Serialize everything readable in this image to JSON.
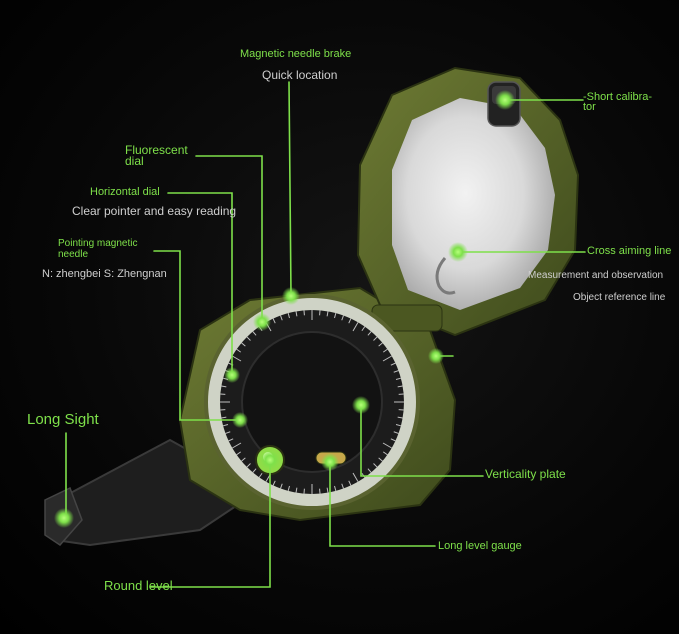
{
  "labels": {
    "brake_title": "Magnetic needle brake",
    "brake_sub": "Quick location",
    "fluor_l1": "Fluorescent",
    "fluor_l2": "dial",
    "horiz_title": "Horizontal dial",
    "horiz_sub": "Clear pointer and easy reading",
    "point_l1": "Pointing magnetic",
    "point_l2": "needle",
    "point_sub": "N: zhengbei S: Zhengnan",
    "long_sight": "Long Sight",
    "round_level": "Round level",
    "short_l1": "-Short calibra-",
    "short_l2": "tor",
    "cross_title": "Cross aiming line",
    "cross_sub1": "Measurement and observation",
    "cross_sub2": "Object reference line",
    "vert_plate": "Verticality plate",
    "long_level": "Long level gauge"
  },
  "colors": {
    "accent_green": "#7ee04a",
    "body_olive": "#5d6a2c",
    "text_grey": "#cfcfcf"
  }
}
